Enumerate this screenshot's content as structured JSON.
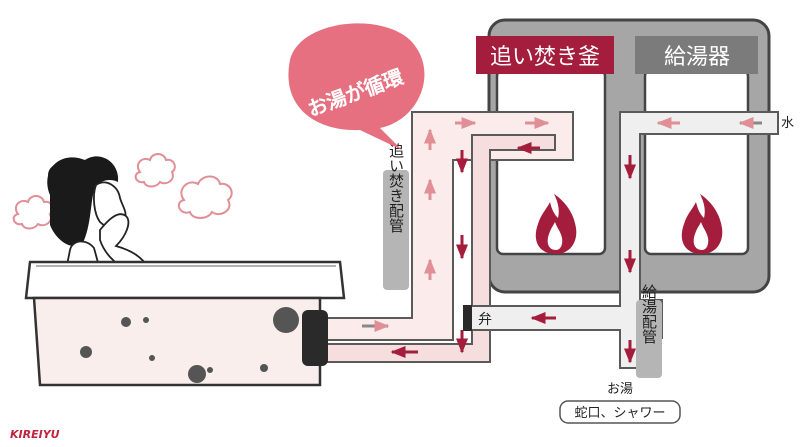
{
  "speech_bubble": {
    "text": "お湯が循環"
  },
  "boilers": {
    "reheat": {
      "label": "追い焚き釜",
      "color": "#a51d3c"
    },
    "water_heater": {
      "label": "給湯器",
      "color": "#7b7b7b"
    }
  },
  "pipes": {
    "reheat_pipe_label": "追い焚き配管",
    "supply_pipe_label": "給湯配管",
    "valve_label": "弁",
    "water_in_label": "水"
  },
  "outlet": {
    "hot_water_label": "お湯",
    "faucet_label": "蛇口、シャワー"
  },
  "brand": {
    "logo_text": "KIREIYU",
    "color": "#c2223e"
  },
  "colors": {
    "accent": "#a51d3c",
    "bubble": "#e6707f",
    "pipe_fill": "#fbeceb",
    "pipe_stroke": "#5a5a5a",
    "tank": "#a6a6a6"
  },
  "icons": [
    "flame-icon",
    "arrow-icon",
    "steam-icon",
    "valve-icon"
  ]
}
